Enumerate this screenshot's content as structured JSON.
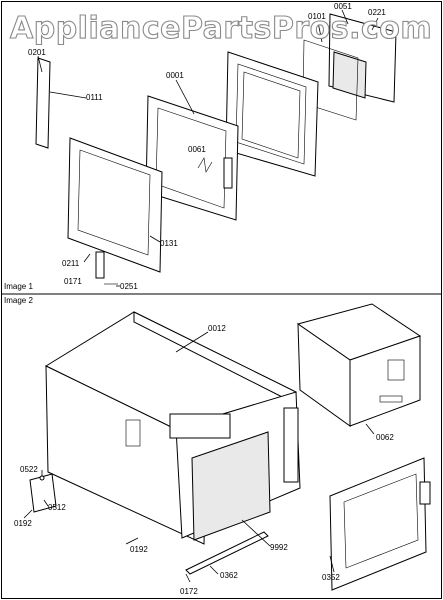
{
  "watermark": "AppliancePartsPros.com",
  "panels": [
    {
      "title": "Image 1"
    },
    {
      "title": "Image 2"
    }
  ],
  "image1_callouts": [
    "0051",
    "0221",
    "0101",
    "0201",
    "0111",
    "0001",
    "0061",
    "0131",
    "0211",
    "0171",
    "0251"
  ],
  "image2_callouts": [
    "0012",
    "0062",
    "0522",
    "0512",
    "0192",
    "0192",
    "9992",
    "0362",
    "0352",
    "0172"
  ]
}
